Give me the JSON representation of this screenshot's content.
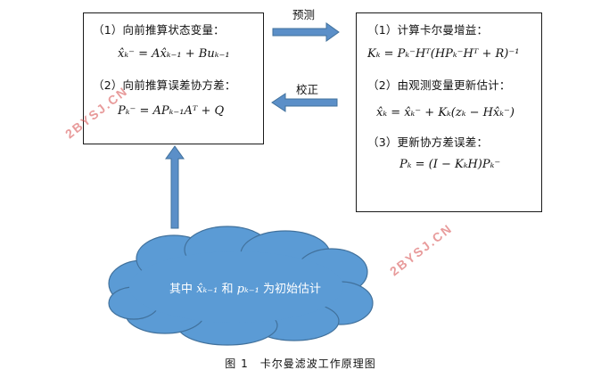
{
  "predict_box": {
    "step1": "（1）向前推算状态变量：",
    "formula1": "x̂ₖ⁻ = Ax̂ₖ₋₁ + Buₖ₋₁",
    "step2": "（2）向前推算误差协方差：",
    "formula2": "Pₖ⁻ = APₖ₋₁Aᵀ + Q"
  },
  "correct_box": {
    "step1": "（1）计算卡尔曼增益：",
    "formula1": "Kₖ = Pₖ⁻Hᵀ(HPₖ⁻Hᵀ + R)⁻¹",
    "step2": "（2）由观测变量更新估计：",
    "formula2": "x̂ₖ = x̂ₖ⁻ + Kₖ(zₖ − Hx̂ₖ⁻)",
    "step3": "（3）更新协方差误差：",
    "formula3": "Pₖ = (I − KₖH)Pₖ⁻"
  },
  "arrows": {
    "predict_label": "预测",
    "correct_label": "校正"
  },
  "cloud": {
    "prefix": "其中",
    "var1": "x̂ₖ₋₁",
    "conj": "和",
    "var2": "pₖ₋₁",
    "suffix": "为初始估计"
  },
  "caption": "图 1　卡尔曼滤波工作原理图",
  "watermark": "2BYSJ.CN",
  "colors": {
    "arrow_fill": "#5b8fc8",
    "arrow_stroke": "#41719c",
    "cloud_fill": "#5b9bd5",
    "cloud_stroke": "#41719c",
    "watermark": "#d64848"
  }
}
